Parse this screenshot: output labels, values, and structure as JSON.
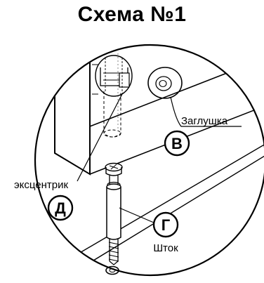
{
  "title": "Схема №1",
  "labels": {
    "plug_caption": "Заглушка",
    "plug_letter": "В",
    "eccentric_caption": "эксцентрик",
    "eccentric_letter": "Д",
    "rod_letter": "Г",
    "rod_caption": "Шток"
  }
}
